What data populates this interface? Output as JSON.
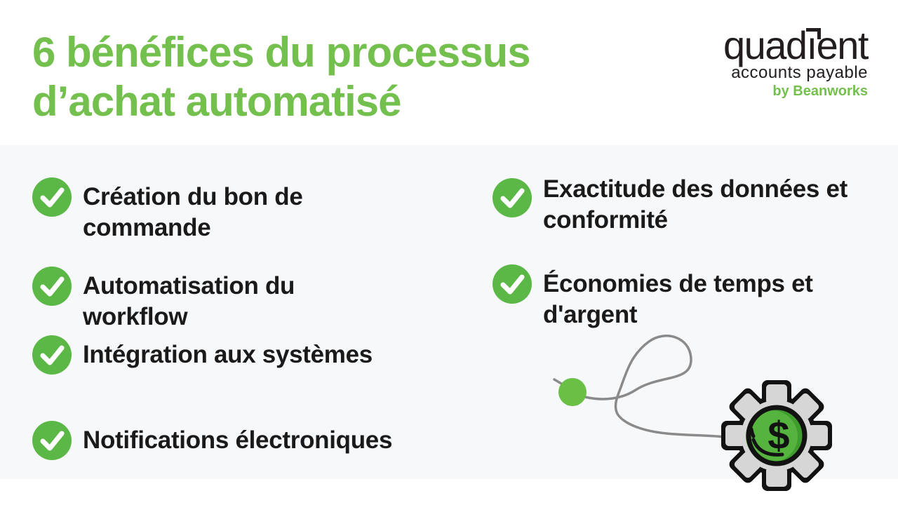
{
  "page": {
    "background": "#ffffff",
    "panel_background": "#f7f8fa"
  },
  "header": {
    "title": "6 bénéfices du processus\nd’achat automatisé",
    "title_color": "#74c04e"
  },
  "logo": {
    "brand_pre": "quad",
    "brand_i": "ı",
    "brand_post": "ent",
    "subtitle": "accounts payable",
    "byline": "by Beanworks",
    "text_color": "#221e1f",
    "byline_color": "#74c04e"
  },
  "checklist": {
    "check_color": "#5bb847",
    "check_mark_color": "#ffffff",
    "text_color": "#1a1a1a",
    "left": [
      {
        "label": "Création du bon de\ncommande"
      },
      {
        "label": "Automatisation du\nworkflow"
      },
      {
        "label": "Intégration aux systèmes"
      },
      {
        "label": "Notifications électroniques"
      }
    ],
    "right": [
      {
        "label": "Exactitude des données et\nconformité"
      },
      {
        "label": "Économies de temps et\nd'argent"
      }
    ]
  },
  "illustration": {
    "dollar_glyph": "$",
    "line_color": "#8a8a8a",
    "dot_color": "#6abf45",
    "gear_gray": "#d6d6d6",
    "gear_green": "#55b43e",
    "gear_green_shade": "#3f9c2f",
    "outline_color": "#121212"
  }
}
